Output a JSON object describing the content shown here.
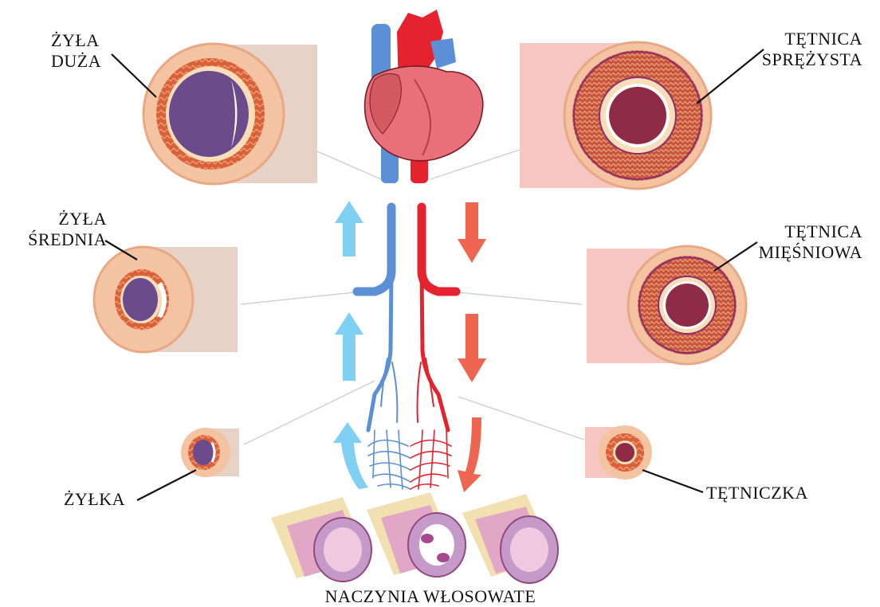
{
  "labels": {
    "vein_large": [
      "ŻYŁA",
      "DUŻA"
    ],
    "vein_medium": [
      "ŻYŁA",
      "ŚREDNIA"
    ],
    "venule": "ŻYŁKA",
    "artery_elastic": [
      "TĘTNICA",
      "SPRĘŻYSTA"
    ],
    "artery_muscular": [
      "TĘTNICA",
      "MIĘŚNIOWA"
    ],
    "arteriole": "TĘTNICZKA",
    "capillaries": "NACZYNIA WŁOSOWATE"
  },
  "colors": {
    "vein_blue": "#5b8fd6",
    "artery_red": "#e4232f",
    "arrow_up": "#7fd0f2",
    "arrow_down": "#ee6650",
    "vessel_outer": "#f4c4a2",
    "vein_lumen": "#6b4b8c",
    "artery_lumen": "#8f2a47"
  },
  "icons": {
    "heart": "heart-icon",
    "arrow_up": "arrow-up-icon",
    "arrow_down": "arrow-down-icon"
  }
}
